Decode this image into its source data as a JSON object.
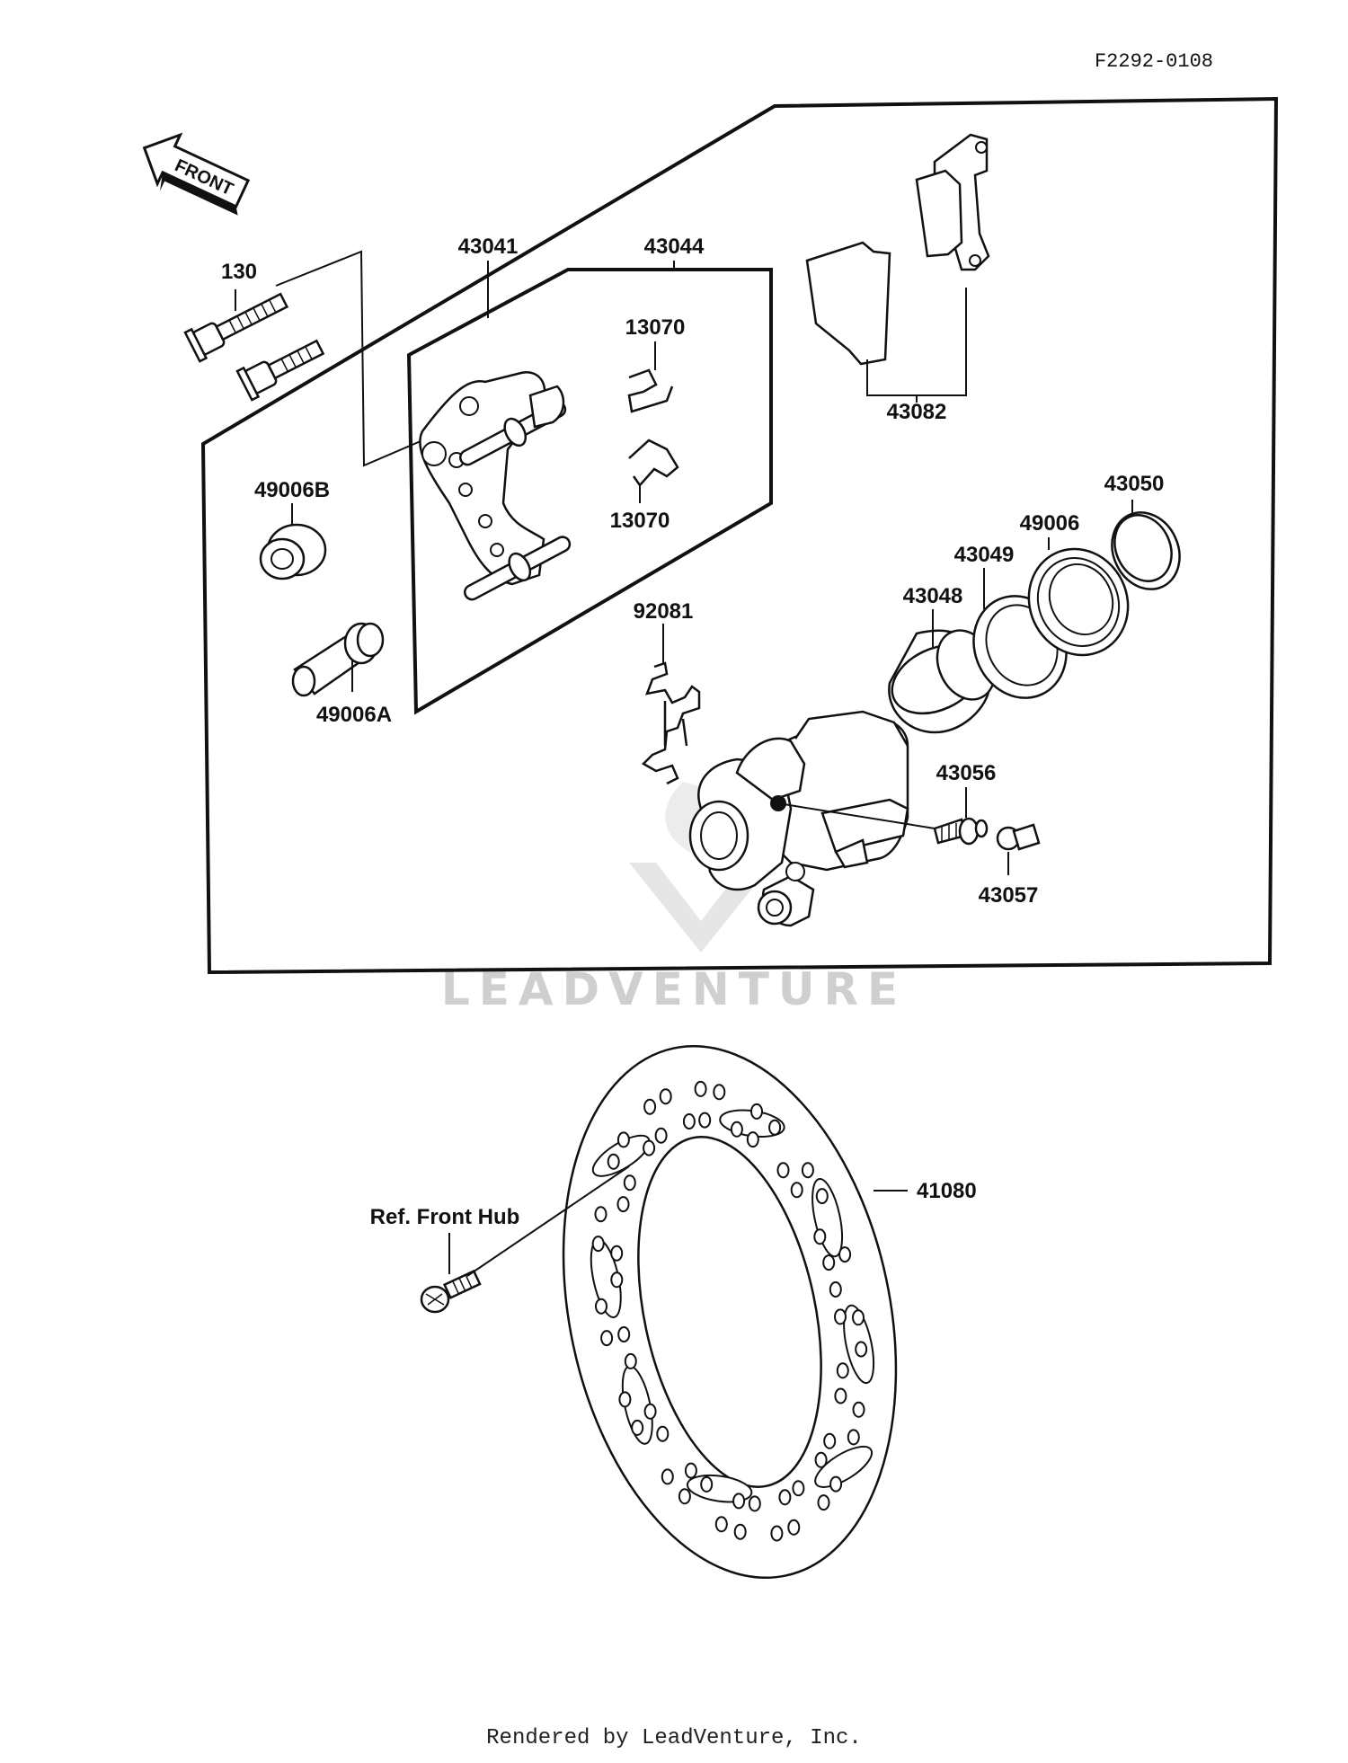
{
  "diagram_code": "F2292-0108",
  "front_arrow": {
    "label": "FRONT",
    "icon": "front-arrow-icon"
  },
  "callouts": {
    "p130": "130",
    "p43041": "43041",
    "p43044": "43044",
    "p13070_top": "13070",
    "p13070_bottom": "13070",
    "p43082": "43082",
    "p49006B": "49006B",
    "p49006A": "49006A",
    "p43050": "43050",
    "p49006": "49006",
    "p43049": "43049",
    "p43048": "43048",
    "p92081": "92081",
    "p43056": "43056",
    "p43057": "43057",
    "p41080": "41080",
    "ref_front_hub": "Ref. Front Hub"
  },
  "watermark": "LEADVENTURE",
  "footer": "Rendered by LeadVenture, Inc."
}
